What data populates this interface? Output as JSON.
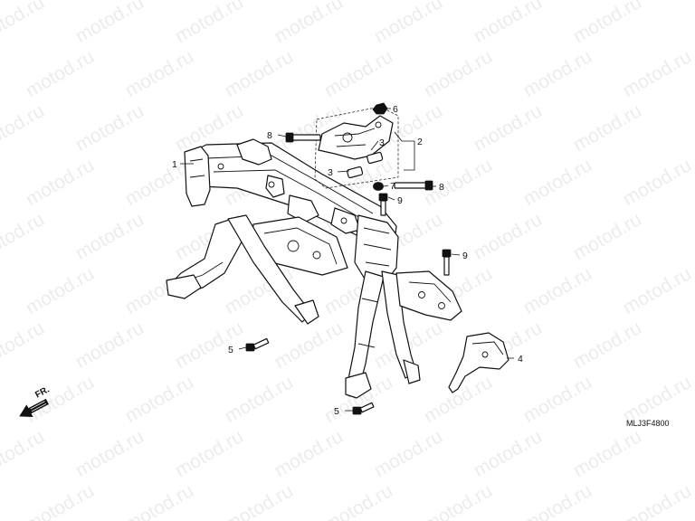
{
  "watermark": "motod.ru",
  "diagram_code": "MLJ3F4800",
  "front_marker": "FR.",
  "callouts": {
    "c1": "1",
    "c2": "2",
    "c3a": "3",
    "c3b": "3",
    "c4": "4",
    "c5a": "5",
    "c5b": "5",
    "c6": "6",
    "c7": "7",
    "c8a": "8",
    "c8b": "8",
    "c9a": "9",
    "c9b": "9"
  }
}
